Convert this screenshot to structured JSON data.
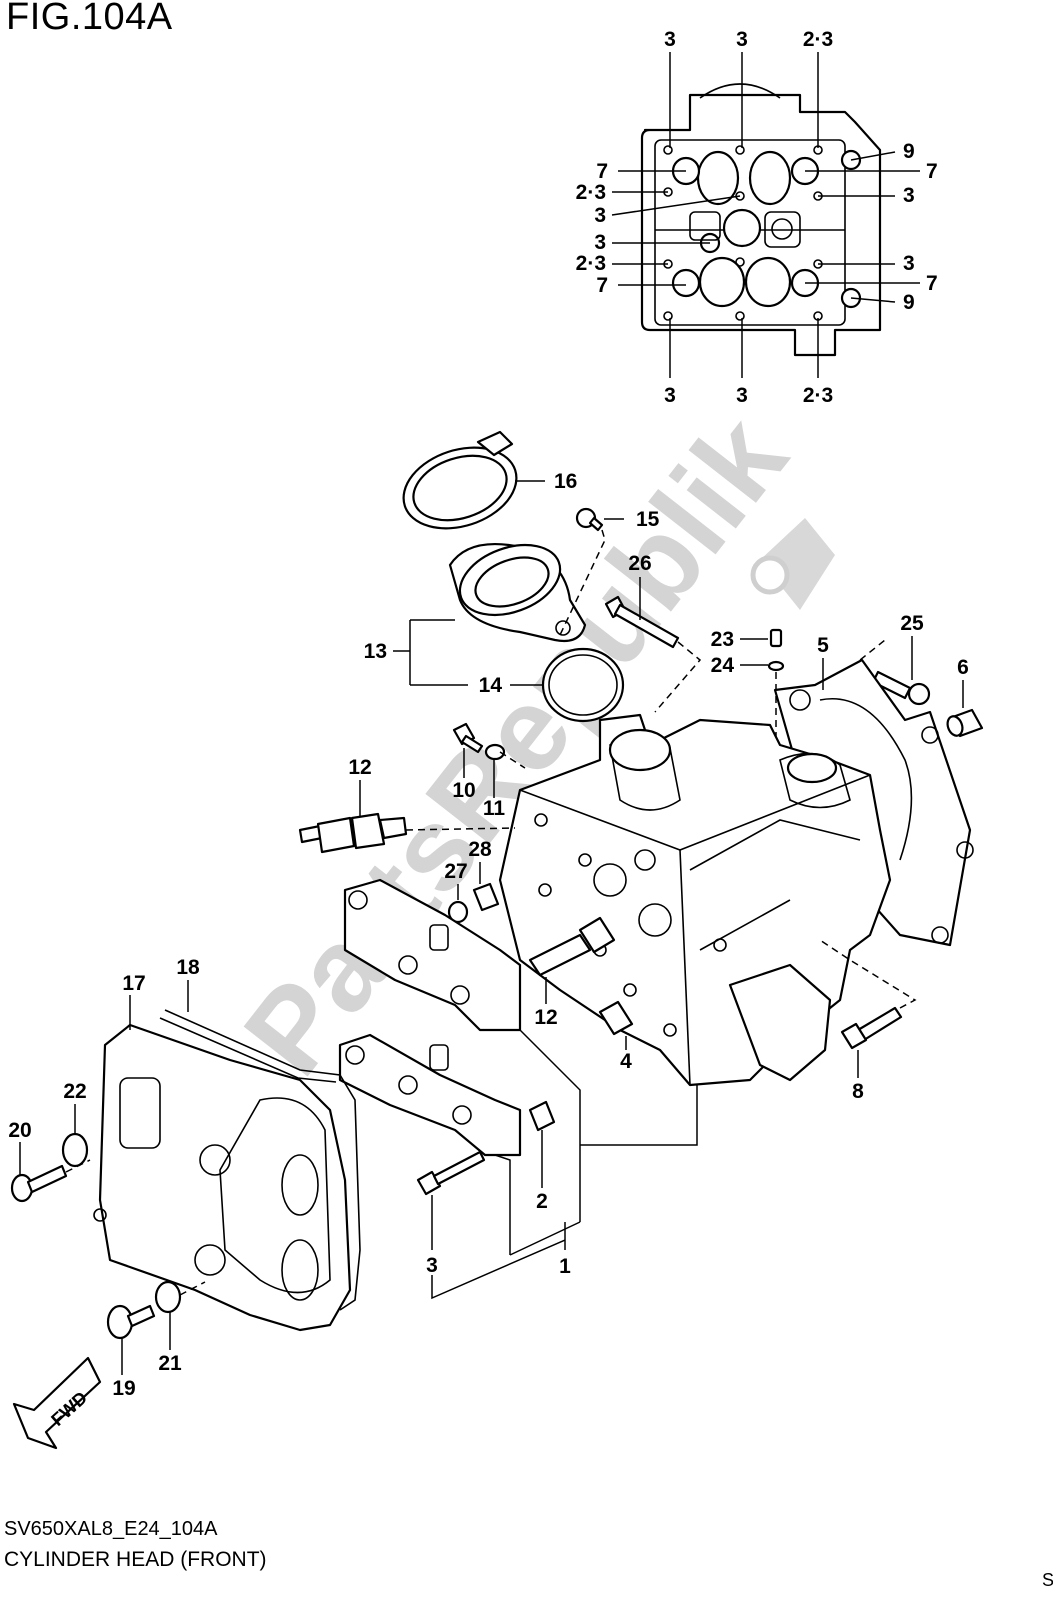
{
  "figure": {
    "title": "FIG.104A",
    "code": "SV650XAL8_E24_104A",
    "name": "CYLINDER HEAD (FRONT)",
    "edge_mark": "S"
  },
  "callouts": {
    "l1": "1",
    "l2": "2",
    "l3": "3",
    "l4": "4",
    "l5": "5",
    "l6": "6",
    "l8": "8",
    "l10": "10",
    "l11": "11",
    "l12a": "12",
    "l12b": "12",
    "l13": "13",
    "l14": "14",
    "l15": "15",
    "l16": "16",
    "l17": "17",
    "l18": "18",
    "l19": "19",
    "l20": "20",
    "l21": "21",
    "l22": "22",
    "l23": "23",
    "l24": "24",
    "l25": "25",
    "l26": "26",
    "l27": "27",
    "l28": "28"
  },
  "top_view_callouts": {
    "t1": "3",
    "t2": "3",
    "t3": "2·3",
    "r1": "9",
    "r2": "7",
    "r3": "3",
    "r4": "3",
    "r5": "7",
    "r6": "9",
    "lf1": "7",
    "lf2": "2·3",
    "lf3": "3",
    "lf4": "3",
    "lf5": "2·3",
    "lf6": "7",
    "b1": "3",
    "b2": "3",
    "b3": "2·3"
  },
  "fwd_arrow_label": "FWD",
  "watermark": "PartsRepublik"
}
